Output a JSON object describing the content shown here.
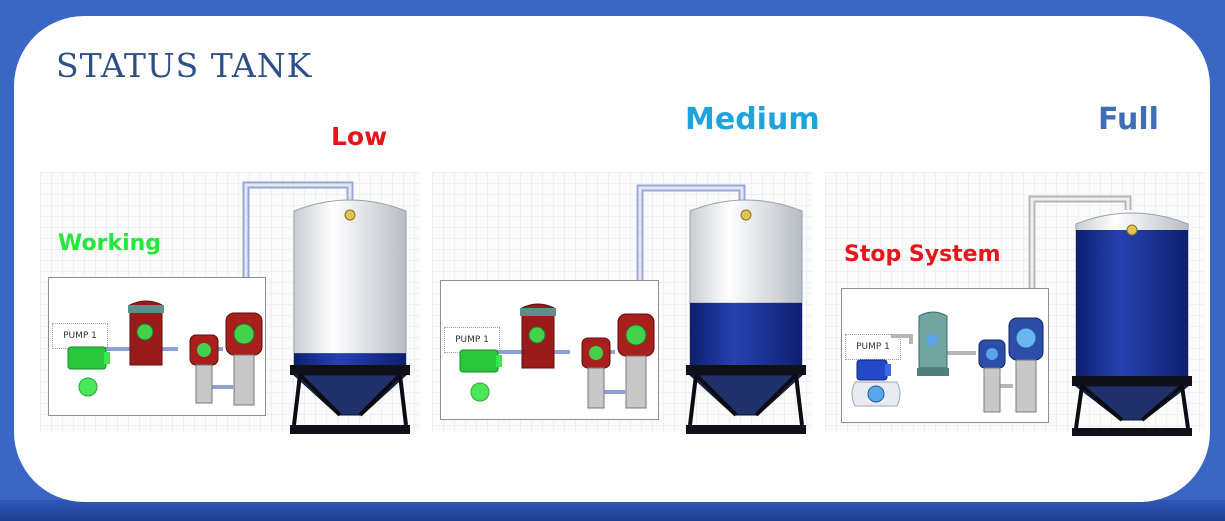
{
  "title": "STATUS TANK",
  "tanks": [
    {
      "level_label": "Low",
      "fill_fraction": 0.08,
      "status": "Working",
      "pump_label": "PUMP 1",
      "pump_state": "working"
    },
    {
      "level_label": "Medium",
      "fill_fraction": 0.42,
      "status": "",
      "pump_label": "PUMP 1",
      "pump_state": "working"
    },
    {
      "level_label": "Full",
      "fill_fraction": 1.0,
      "status": "Stop System",
      "pump_label": "PUMP 1",
      "pump_state": "stopped"
    }
  ],
  "colors": {
    "low_label": "#e8141c",
    "medium_label": "#1ea3dc",
    "full_label": "#3d6eb6",
    "working_status": "#23e83a",
    "stop_status": "#e8141c",
    "water": "#1a2f8e",
    "pump_running": "#a8201e",
    "pump_stopped": "#2c4da8"
  }
}
